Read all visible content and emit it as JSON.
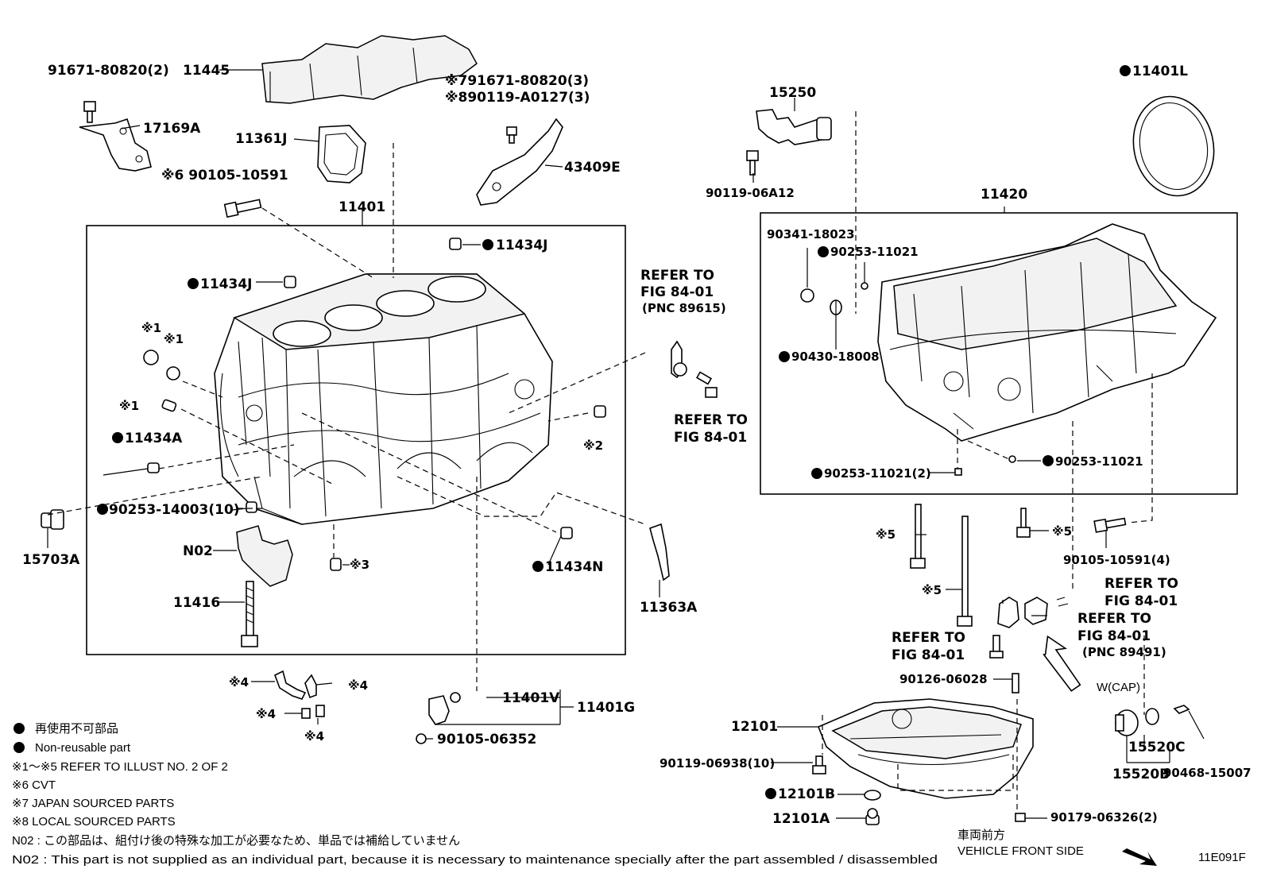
{
  "labels": {
    "p91671_80820_2": "91671-80820(2)",
    "p11445": "11445",
    "p17169A": "17169A",
    "p11361J": "11361J",
    "p7_91671": "※791671-80820(3)",
    "p8_90119": "※890119-A0127(3)",
    "p43409E": "43409E",
    "p6_90105": "※6  90105-10591",
    "p11401": "11401",
    "p11434J_top": "11434J",
    "p11434J_left": "11434J",
    "s1a": "※1",
    "s1b": "※1",
    "s1c": "※1",
    "p11434A": "11434A",
    "s2": "※2",
    "s3": "※3",
    "p90253_14003": "90253-14003(10)",
    "p15703A": "15703A",
    "pN02": "N02",
    "p11416": "11416",
    "p11434N": "11434N",
    "p11363A": "11363A",
    "s4a": "※4",
    "s4b": "※4",
    "s4c": "※4",
    "s4d": "※4",
    "p11401V": "11401V",
    "p11401G": "11401G",
    "p90105_06352": "90105-06352",
    "ref1_l1": "REFER TO",
    "ref1_l2": "FIG 84-01",
    "ref1_l3": "(PNC 89615)",
    "ref2_l1": "REFER TO",
    "ref2_l2": "FIG 84-01",
    "p15250": "15250",
    "p90119_06A12": "90119-06A12",
    "p11401L": "11401L",
    "p11420": "11420",
    "p90341_18023": "90341-18023",
    "p90253_11021_a": "90253-11021",
    "p90430_18008": "90430-18008",
    "p90253_11021_2": "90253-11021(2)",
    "p90253_11021_b": "90253-11021",
    "s5a": "※5",
    "s5b": "※5",
    "s5c": "※5",
    "p90105_10591_4": "90105-10591(4)",
    "ref3_l1": "REFER TO",
    "ref3_l2": "FIG 84-01",
    "ref4_l1": "REFER TO",
    "ref4_l2": "FIG 84-01",
    "ref4_l3": "(PNC 89491)",
    "ref5_l1": "REFER TO",
    "ref5_l2": "FIG 84-01",
    "p90126_06028": "90126-06028",
    "wcap": "W(CAP)",
    "p12101": "12101",
    "p90119_06938": "90119-06938(10)",
    "p12101B": "12101B",
    "p12101A": "12101A",
    "p90179_06326": "90179-06326(2)",
    "p15520C": "15520C",
    "p15520B": "15520B",
    "p90468_15007": "90468-15007",
    "front_jp": "車両前方",
    "front_en": "VEHICLE FRONT SIDE",
    "fig_code": "11E091F"
  },
  "legend": {
    "jp": "再使用不可部品",
    "en": "Non-reusable part",
    "n1": "※1～※5  REFER TO ILLUST NO. 2 OF 2",
    "n6": "※6  CVT",
    "n7": "※7 JAPAN SOURCED PARTS",
    "n8": "※8 LOCAL SOURCED PARTS",
    "n02_jp": "N02 : この部品は、組付け後の特殊な加工が必要なため、単品では補給していません",
    "n02_en": "N02 : This part is not supplied as an individual part, because it is necessary to maintenance specially after the part assembled / disassembled"
  }
}
